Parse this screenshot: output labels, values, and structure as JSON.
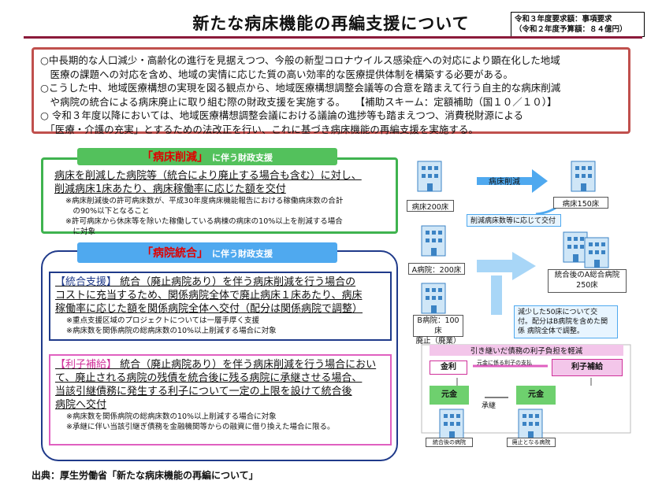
{
  "title": "新たな病床機能の再編支援について",
  "budget_lines": [
    "令和３年度要求額：事項要求",
    "（令和２年度予算額：８４億円）"
  ],
  "summary": [
    "○中長期的な人口減少・高齢化の進行を見据えつつ、今般の新型コロナウイルス感染症への対応により顕在化した地域\n　医療の課題への対応を含め、地域の実情に応じた質の高い効率的な医療提供体制を構築する必要がある。",
    "○こうした中、地域医療構想の実現を図る観点から、地域医療構想調整会議等の合意を踏まえて行う自主的な病床削減\n　や病院の統合による病床廃止に取り組む際の財政支援を実施する。　　【補助スキーム：定額補助（国１０／１０）】",
    "○ 令和３年度以降においては、地域医療構想調整会議における議論の進捗等も踏まえつつ、消費税財源による\n　「医療・介護の充実」とするための法改正を行い、これに基づき病床機能の再編支援を実施する。"
  ],
  "section1": {
    "header_main": "「病床削減」",
    "header_sub": "に伴う財政支援",
    "main": "病床を削減した病院等（統合により廃止する場合も含む）に対し、\n削減病床1床あたり、病床稼働率に応じた額を交付",
    "notes": [
      "※病床削減後の許可病床数が、平成30年度病床機能報告における稼働病床数の合計\n　の90%以下となること",
      "※許可病床から休床等を除いた稼働している病棟の病床の10%以上を削減する場合\n　に対象"
    ]
  },
  "section2": {
    "header_main": "「病院統合」",
    "header_sub": "に伴う財政支援",
    "box1_tag": "【統合支援】",
    "box1_main": "統合（廃止病院あり）を伴う病床削減を行う場合の\nコストに充当するため、関係病院全体で廃止病床１床あたり、病床\n稼働率に応じた額を関係病院全体へ交付（配分は関係病院で調整）",
    "box1_notes": [
      "※重点支援区域のプロジェクトについては一層手厚く支援",
      "※病床数を関係病院の総病床数の10%以上削減する場合に対象"
    ],
    "box2_tag": "【利子補給】",
    "box2_main": "統合（廃止病院あり）を伴う病床削減を行う場合におい\nて、廃止される病院の残債を統合後に残る病院に承継させる場合、\n当該引継債務に発生する利子について一定の上限を設けて統合後\n病院へ交付",
    "box2_notes": [
      "※病床数を関係病院の総病床数の10%以上削減する場合に対象",
      "※承継に伴い当該引継ぎ債務を金融機関等からの融資に借り換えた場合に限る。"
    ]
  },
  "diagram": {
    "arrow1": "病床削減",
    "hospital_before": "病床200床",
    "hospital_after": "病床150床",
    "grant_note": "削減病床数等に応じて交付",
    "hospital_a": "A病院：200床",
    "hospital_b": "B病院：100床\n廃止（廃業）",
    "merged": "統合後のA総合病院\n250床",
    "merge_note": "減少した50床について交\n付。配分はB病院を含めた関\n係  病院全体で調整。",
    "interest_banner": "引き継いだ債務の利子負担を軽減",
    "kinri": "金利",
    "interest_payment": "元金に係る利子の支払",
    "rishi_hokyu": "利子補給",
    "principal1": "元金",
    "principal2": "元金",
    "succession": "承継",
    "merged_label": "統合後の病院",
    "closed_label": "廃止となる病院"
  },
  "source": "出典：厚生労働省「新たな病床機能の再編について」",
  "colors": {
    "accent": "#8b1a3a",
    "green": "#53c15c",
    "blue": "#4fa9ef",
    "navy": "#1f3a8a",
    "pink": "#e060c0"
  }
}
